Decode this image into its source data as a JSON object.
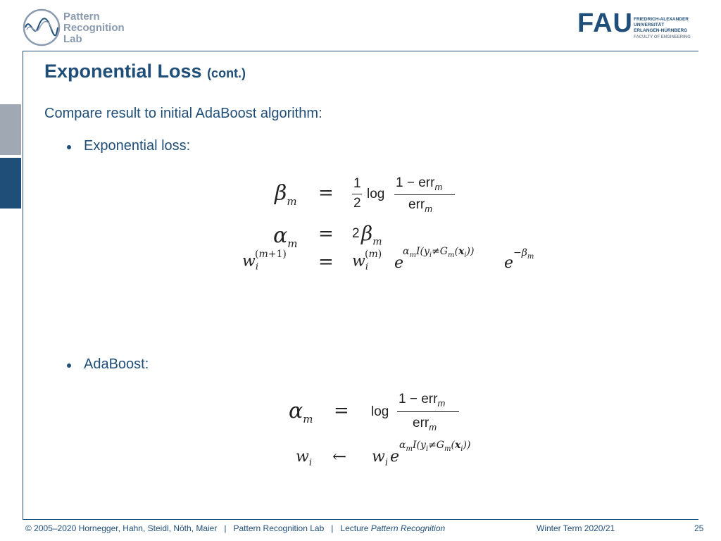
{
  "header": {
    "lab_logo": {
      "line1": "Pattern",
      "line2": "Recognition",
      "line3": "Lab"
    },
    "fau_logo": {
      "mark": "FAU",
      "line1": "FRIEDRICH-ALEXANDER",
      "line2": "UNIVERSITÄT",
      "line3": "ERLANGEN-NÜRNBERG",
      "faculty": "FACULTY OF ENGINEERING"
    }
  },
  "slide": {
    "title": "Exponential Loss",
    "title_suffix": "(cont.)",
    "intro": "Compare result to initial AdaBoost algorithm:",
    "bullets": [
      {
        "label": "Exponential loss:"
      },
      {
        "label": "AdaBoost:"
      }
    ]
  },
  "footer": {
    "copyright": "© 2005–2020 Hornegger, Hahn, Steidl, Nöth, Maier",
    "sep1": "|",
    "lab": "Pattern Recognition Lab",
    "sep2": "|",
    "lecture_prefix": "Lecture",
    "lecture_name": "Pattern Recognition",
    "term": "Winter Term 2020/21",
    "page": "25"
  },
  "colors": {
    "accent": "#1f4e79",
    "side_tab_grey": "#9fa8b3"
  }
}
